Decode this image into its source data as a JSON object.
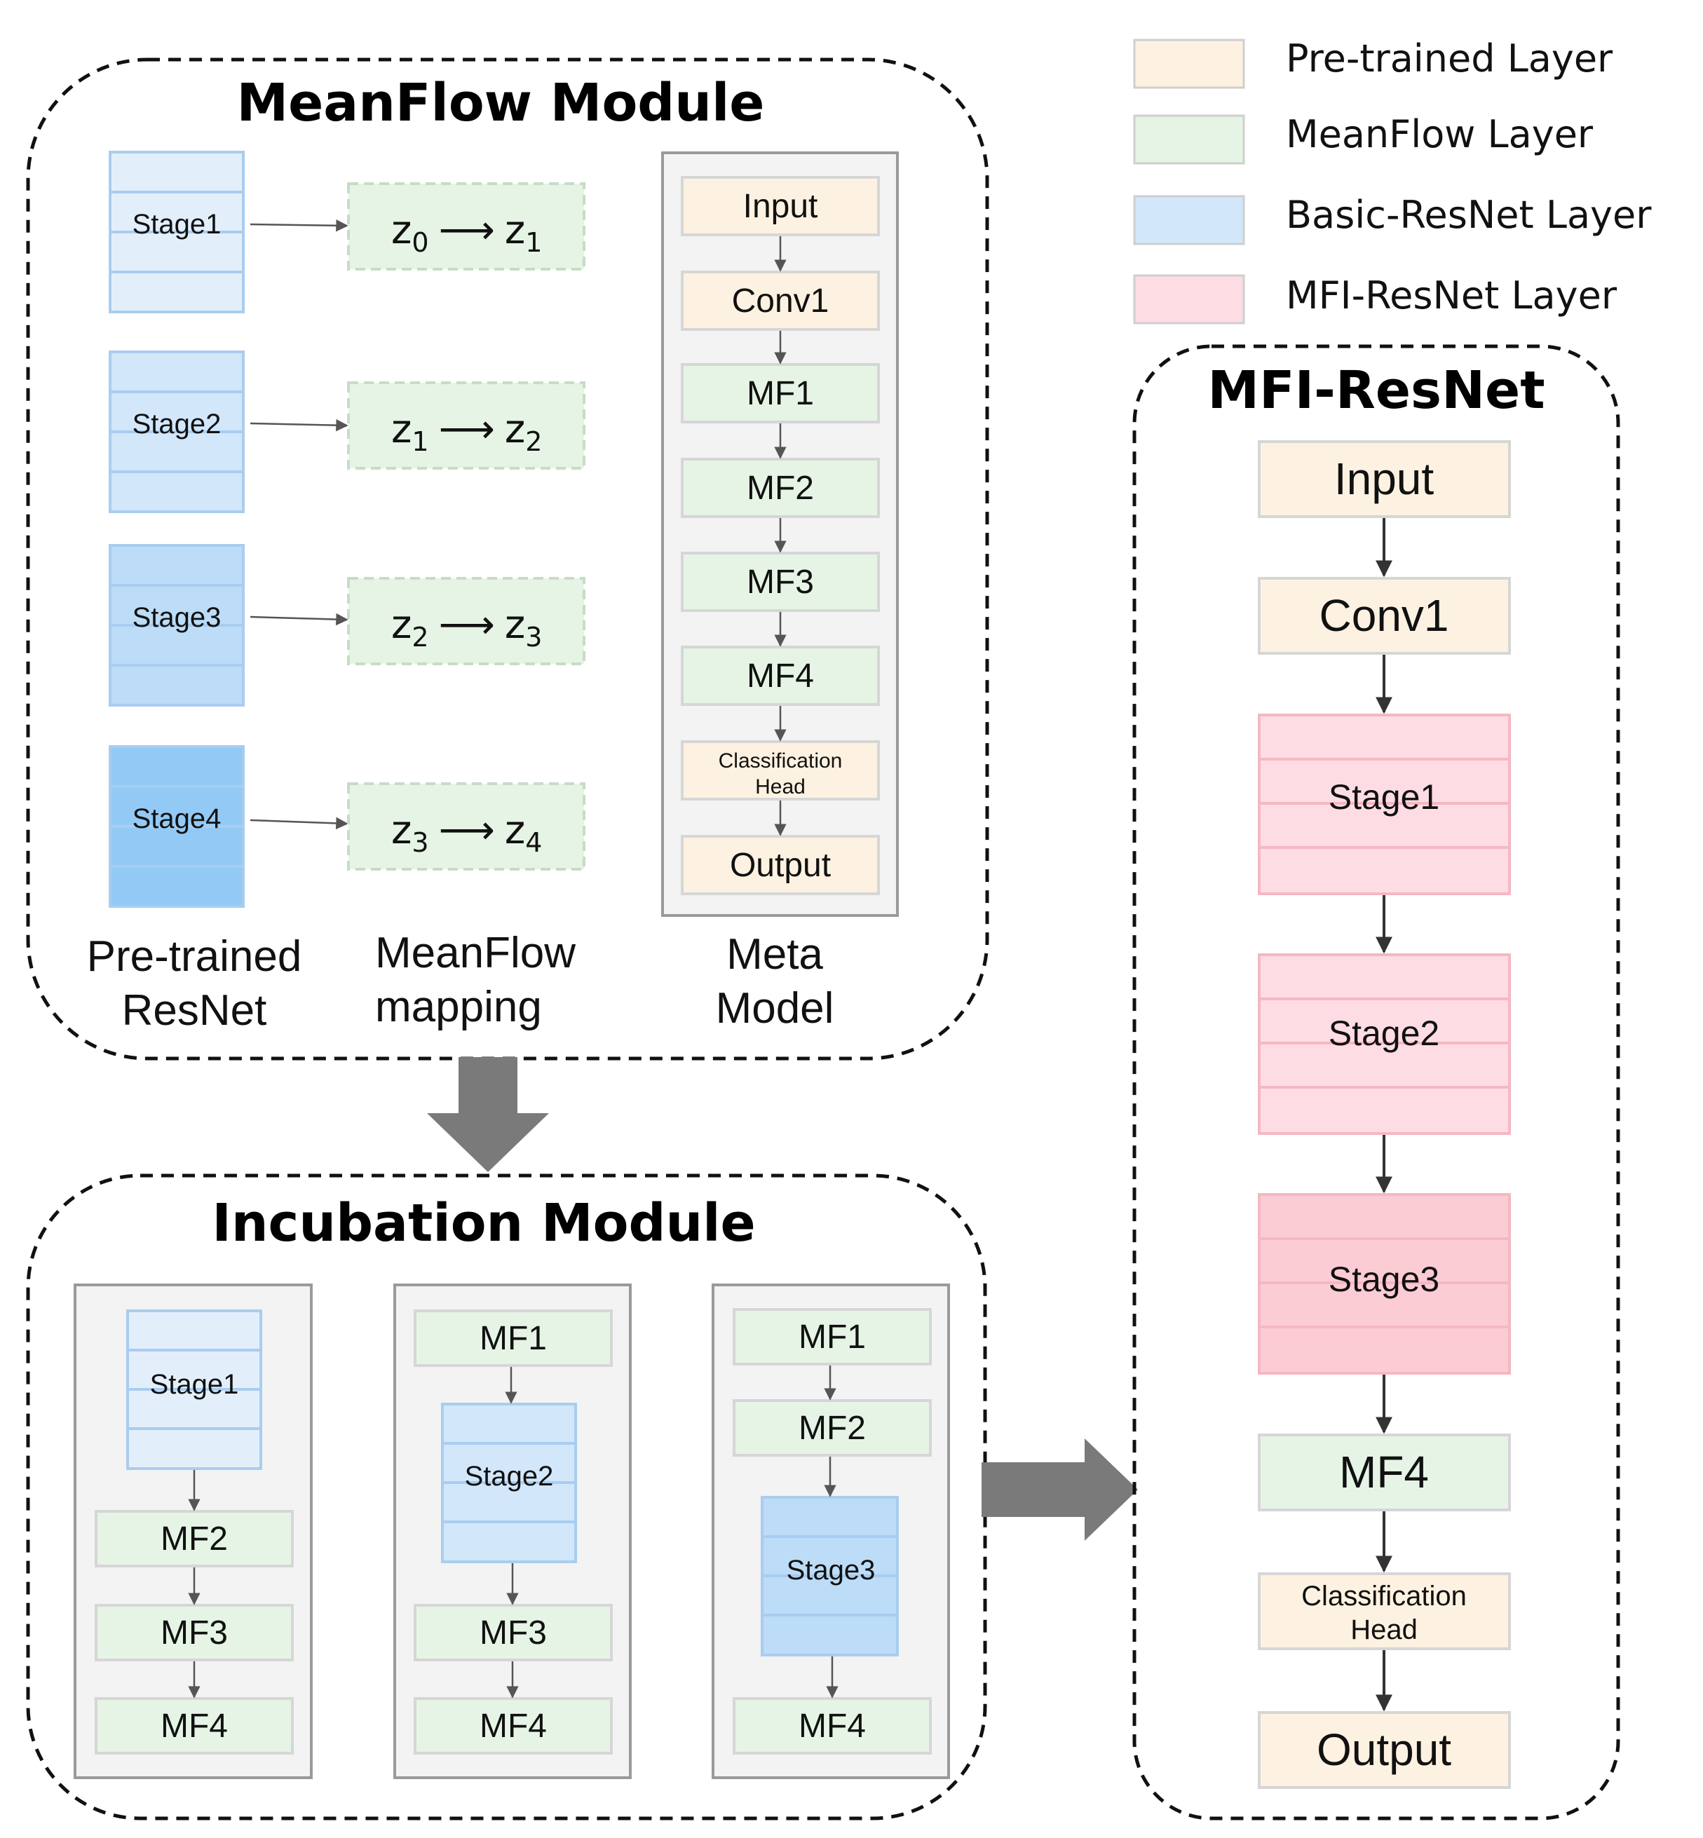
{
  "legend": {
    "pretrained": "Pre-trained Layer",
    "meanflow": "MeanFlow Layer",
    "basic": "Basic-ResNet Layer",
    "mfi": "MFI-ResNet Layer"
  },
  "colors": {
    "pretrained_fill": "#fdf2e1",
    "meanflow_fill": "#e6f4e6",
    "basic_stage1": "#e2effb",
    "basic_stage2": "#d2e7fa",
    "basic_stage3": "#bcdcf7",
    "basic_stage4": "#93c9f5",
    "mfi_fill": "#fddde3",
    "mfi_stage3": "#fcccd5",
    "panel_fill": "#f3f3f3",
    "arrow_big": "#7a7a7a"
  },
  "meanflow_module": {
    "title": "MeanFlow Module",
    "stages": [
      "Stage1",
      "Stage2",
      "Stage3",
      "Stage4"
    ],
    "mappings": [
      {
        "a": "z",
        "a_sub": "0",
        "arrow": "⟶",
        "b": "z",
        "b_sub": "1"
      },
      {
        "a": "z",
        "a_sub": "1",
        "arrow": "⟶",
        "b": "z",
        "b_sub": "2"
      },
      {
        "a": "z",
        "a_sub": "2",
        "arrow": "⟶",
        "b": "z",
        "b_sub": "3"
      },
      {
        "a": "z",
        "a_sub": "3",
        "arrow": "⟶",
        "b": "z",
        "b_sub": "4"
      }
    ],
    "meta_model": [
      "Input",
      "Conv1",
      "MF1",
      "MF2",
      "MF3",
      "MF4",
      "Classification",
      "Head",
      "Output"
    ],
    "captions": {
      "resnet_1": "Pre-trained",
      "resnet_2": "ResNet",
      "mapping_1": "MeanFlow",
      "mapping_2": "mapping",
      "meta_1": "Meta",
      "meta_2": "Model"
    }
  },
  "incubation_module": {
    "title": "Incubation Module",
    "panel1": [
      "Stage1",
      "MF2",
      "MF3",
      "MF4"
    ],
    "panel2": [
      "MF1",
      "Stage2",
      "MF3",
      "MF4"
    ],
    "panel3": [
      "MF1",
      "MF2",
      "Stage3",
      "MF4"
    ]
  },
  "mfi_resnet": {
    "title": "MFI-ResNet",
    "blocks": [
      "Input",
      "Conv1",
      "Stage1",
      "Stage2",
      "Stage3",
      "MF4",
      "Classification",
      "Head",
      "Output"
    ]
  }
}
